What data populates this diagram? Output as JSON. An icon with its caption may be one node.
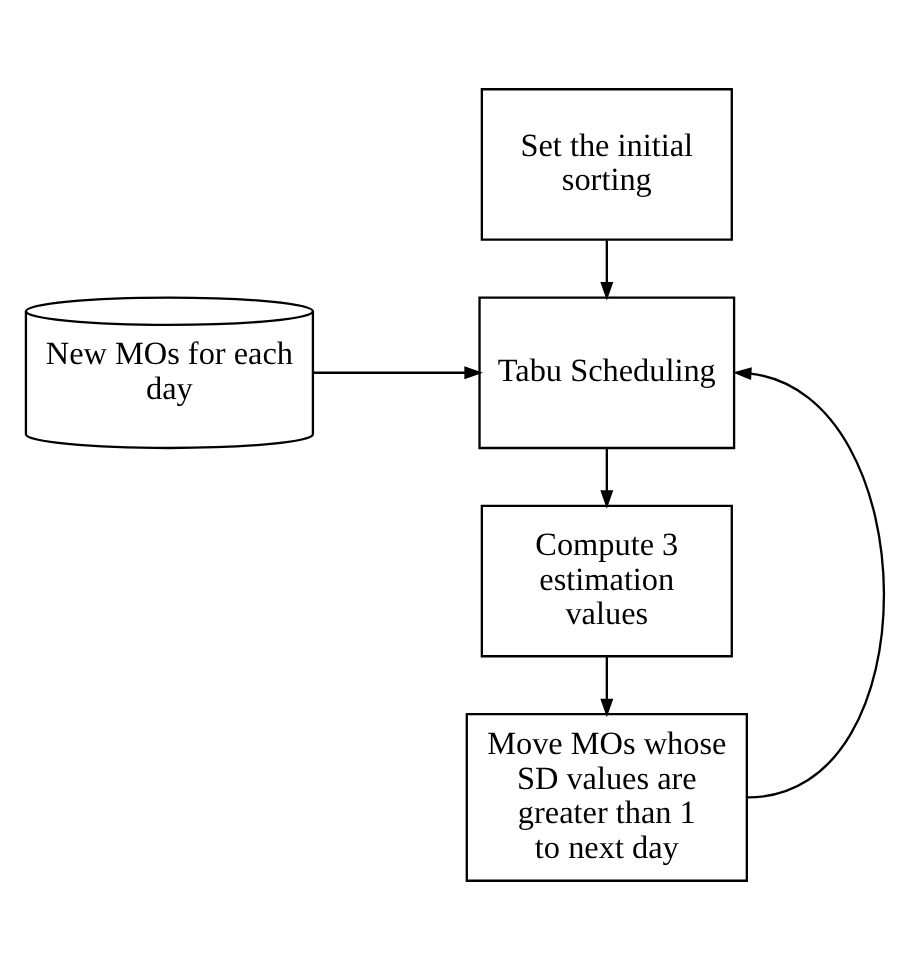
{
  "diagram": {
    "nodes": [
      {
        "text": [
          "Set the initial sorting"
        ]
      },
      {
        "text": [
          "New MOs for each day"
        ]
      },
      {
        "text": [
          "Tabu Scheduling"
        ]
      },
      {
        "text": [
          "Compute 3 estimation values"
        ]
      },
      {
        "text": [
          "Move MOs whose SD values are greater than 1 to next day"
        ]
      }
    ],
    "edges": [
      {
        "from": 0,
        "to": 2,
        "arrow": "to"
      },
      {
        "from": 1,
        "to": 2,
        "arrow": "to"
      },
      {
        "from": 2,
        "to": 3,
        "arrow": "to"
      },
      {
        "from": 3,
        "to": 4,
        "arrow": "to"
      },
      {
        "from": 4,
        "to": 2,
        "arrow": "to"
      }
    ]
  }
}
